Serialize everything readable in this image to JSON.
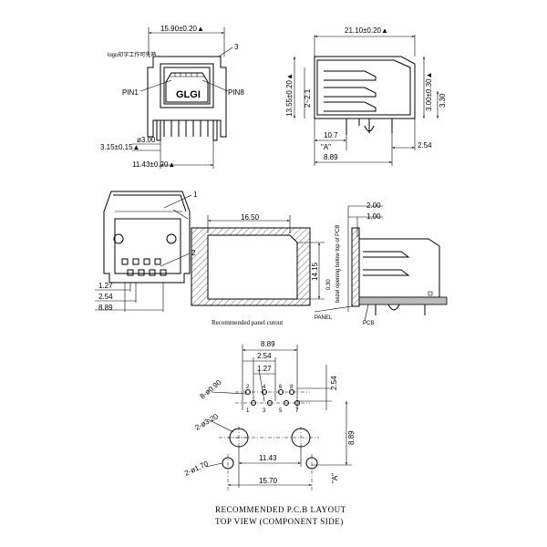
{
  "front_view": {
    "width_dim": "15.90±0.20▲",
    "callout_3": "3",
    "small_note": "logo印字工作可先熟",
    "logo": "GLGI",
    "pin1": "PIN1",
    "pin8": "PIN8",
    "dia_dim": "ø3.00",
    "offset_dim": "3.15±0.15▲",
    "span_dim": "11.43±0.20▲"
  },
  "side_view": {
    "length_dim": "21.10±0.20▲",
    "height_dim": "13.55±0.20▲",
    "inner_dim": "2~2.1",
    "pin_dim": "3.00±0.30▲",
    "pin_dim2": "3.30",
    "tail_dim": "10.7",
    "ref_a": "\"A\"",
    "tail2": "2.54",
    "tail3": "8.89"
  },
  "bottom_view": {
    "callout_1": "1",
    "callout_2": "2",
    "d1": "1.27",
    "d2": "2.54",
    "d3": "8.89"
  },
  "panel_view": {
    "w": "16.50",
    "h": "14.15",
    "caption": "Recommended panel cutout"
  },
  "mount_view": {
    "d1": "2.00",
    "d2": "1.00",
    "d3": "0.30",
    "note": "bezel opening below top of PCB",
    "panel": "PANEL",
    "pcb": "PCB"
  },
  "pcb_layout": {
    "d_889": "8.89",
    "d_254a": "2.54",
    "d_127": "1.27",
    "d_254b": "2.54",
    "hole_small": "8-ø0.90",
    "hole_mid": "2-ø3.20",
    "hole_big": "2-ø1.70",
    "d_1143": "11.43",
    "d_1570": "15.70",
    "d_889v": "8.89",
    "ref_a": "\"A\"",
    "pin_labels": [
      "2",
      "4",
      "6",
      "8",
      "1",
      "3",
      "5",
      "7"
    ],
    "caption1": "RECOMMENDED P.C.B LAYOUT",
    "caption2": "TOP VIEW (COMPONENT SIDE)"
  }
}
